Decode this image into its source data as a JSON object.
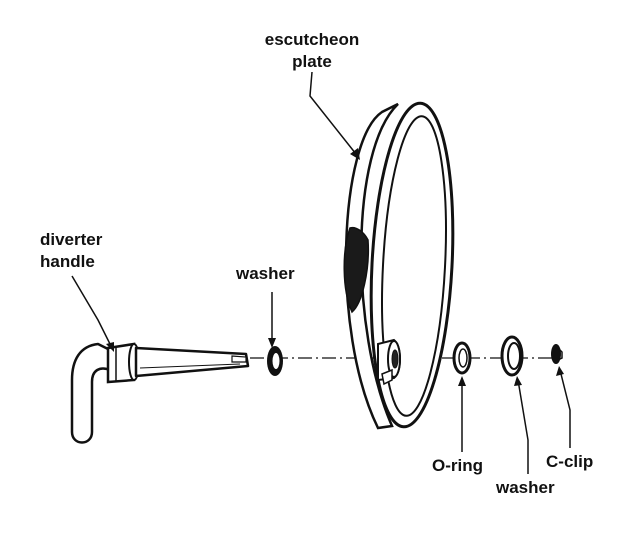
{
  "labels": {
    "escutcheon_line1": "escutcheon",
    "escutcheon_line2": "plate",
    "diverter_line1": "diverter",
    "diverter_line2": "handle",
    "washer_left": "washer",
    "o_ring": "O-ring",
    "washer_right": "washer",
    "c_clip": "C-clip"
  },
  "colors": {
    "stroke": "#111111",
    "fill": "#ffffff",
    "dark": "#222222"
  }
}
